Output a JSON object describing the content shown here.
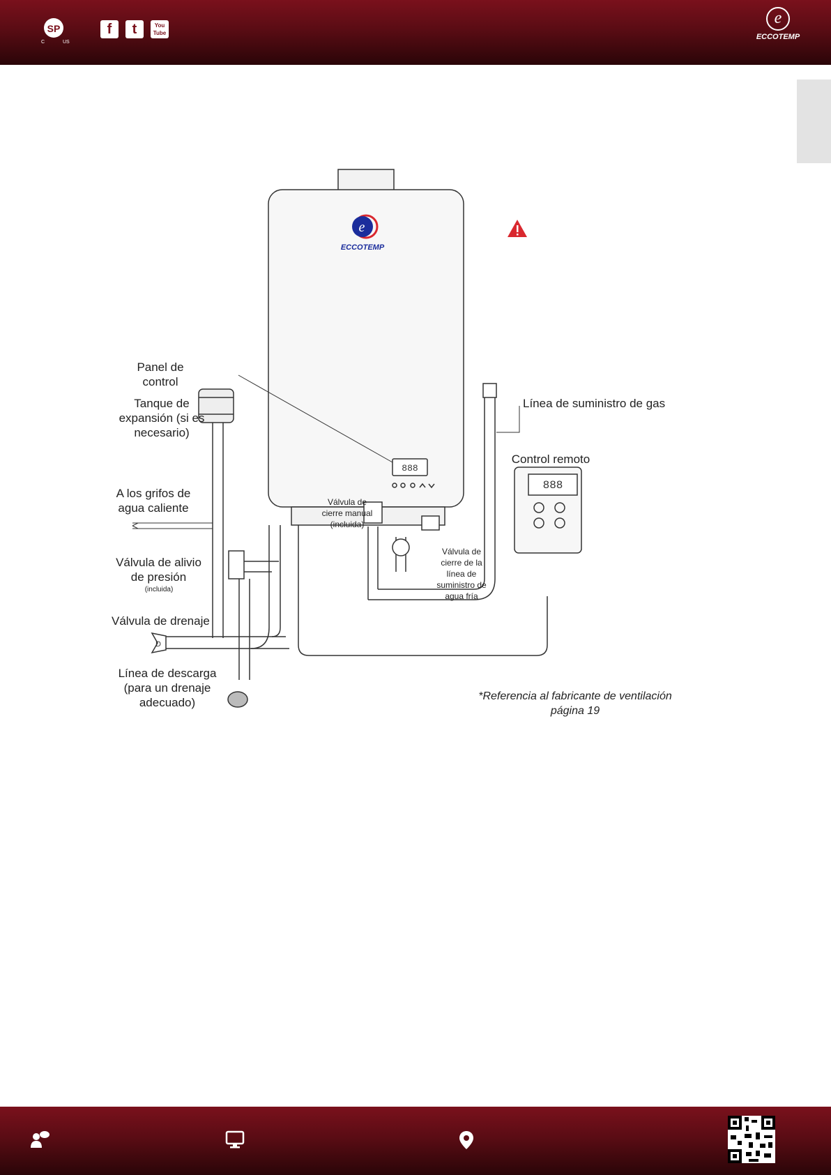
{
  "header": {
    "cert_logo": {
      "text": "SP",
      "left": "C",
      "right": "US"
    },
    "social": [
      {
        "icon": "facebook-icon",
        "glyph": "f"
      },
      {
        "icon": "twitter-icon",
        "glyph": "t"
      },
      {
        "icon": "youtube-icon",
        "glyph": "You Tube"
      }
    ],
    "brand": {
      "letter": "e",
      "name": "ECCOTEMP"
    }
  },
  "diagram": {
    "heater_brand": "ECCOTEMP",
    "heater_display": "888",
    "remote_display": "888",
    "labels": {
      "panel": "Panel de control",
      "tank": "Tanque de expansión (si es necesario)",
      "hot_taps": "A los grifos de agua caliente",
      "relief_valve": "Válvula de alivio de presión",
      "relief_included": "(incluida)",
      "drain_valve": "Válvula de drenaje",
      "discharge": "Línea de descarga (para un drenaje adecuado)",
      "manual_valve": "Válvula de cierre manual (incluida)",
      "cold_shutoff": "Válvula de cierre de la línea de suministro de agua fría",
      "gas_line": "Línea de suministro de gas",
      "remote": "Control remoto",
      "drain_letter": "D"
    },
    "note": "*Referencia al fabricante de ventilación página 19"
  },
  "footer": {
    "icons": [
      "phone-contact-icon",
      "computer-monitor-icon",
      "location-pin-icon",
      "qr-code-icon"
    ]
  },
  "colors": {
    "brand_red": "#7a111c",
    "warning_red": "#d9282f",
    "brand_blue": "#1b2d9c"
  }
}
